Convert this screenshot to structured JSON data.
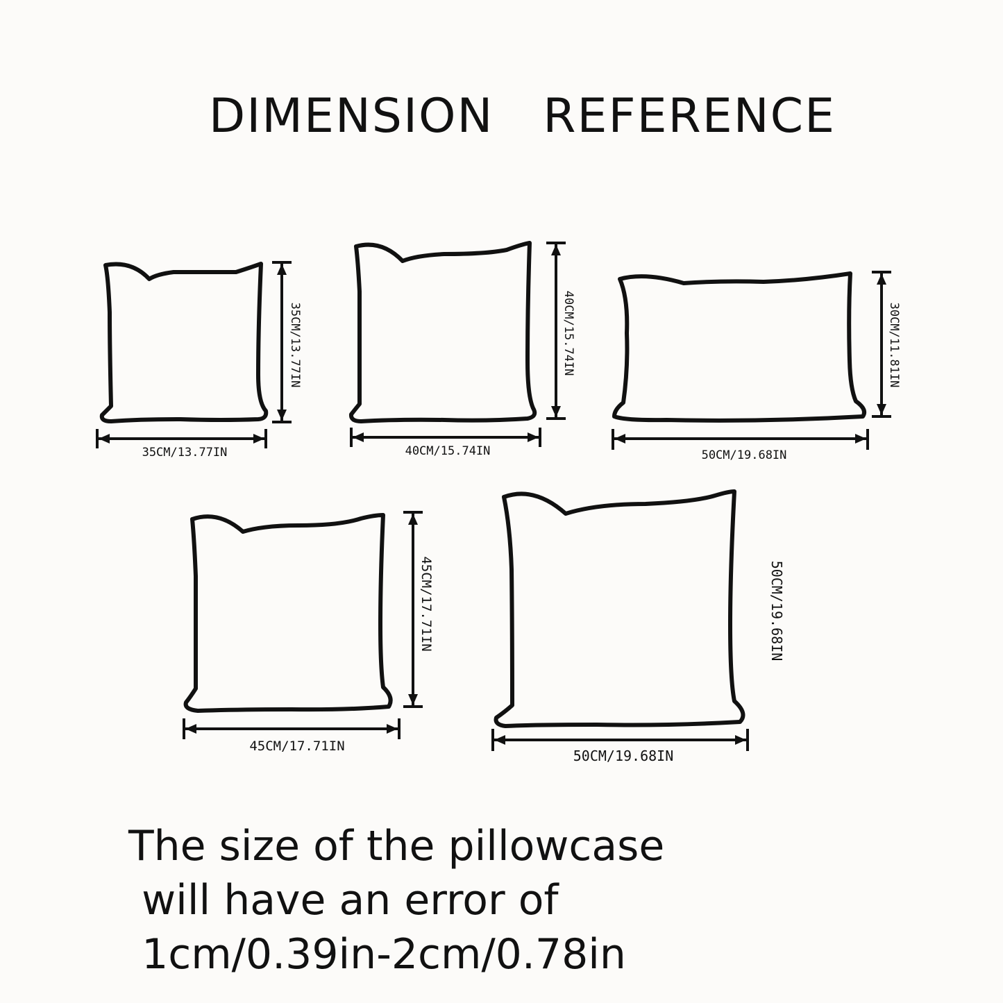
{
  "title": "DIMENSION   REFERENCE",
  "pillows": [
    {
      "id": "35",
      "width_label": "35CM/13.77IN",
      "height_label": "35CM/13.77IN"
    },
    {
      "id": "40",
      "width_label": "40CM/15.74IN",
      "height_label": "40CM/15.74IN"
    },
    {
      "id": "50x30",
      "width_label": "50CM/19.68IN",
      "height_label": "30CM/11.81IN"
    },
    {
      "id": "45",
      "width_label": "45CM/17.71IN",
      "height_label": "45CM/17.71IN"
    },
    {
      "id": "50",
      "width_label": "50CM/19.68IN",
      "height_label": "50CM/19.68IN"
    }
  ],
  "note": {
    "line1": "The size of the pillowcase",
    "line2": " will have an error of",
    "line3": " 1cm/0.39in-2cm/0.78in"
  }
}
